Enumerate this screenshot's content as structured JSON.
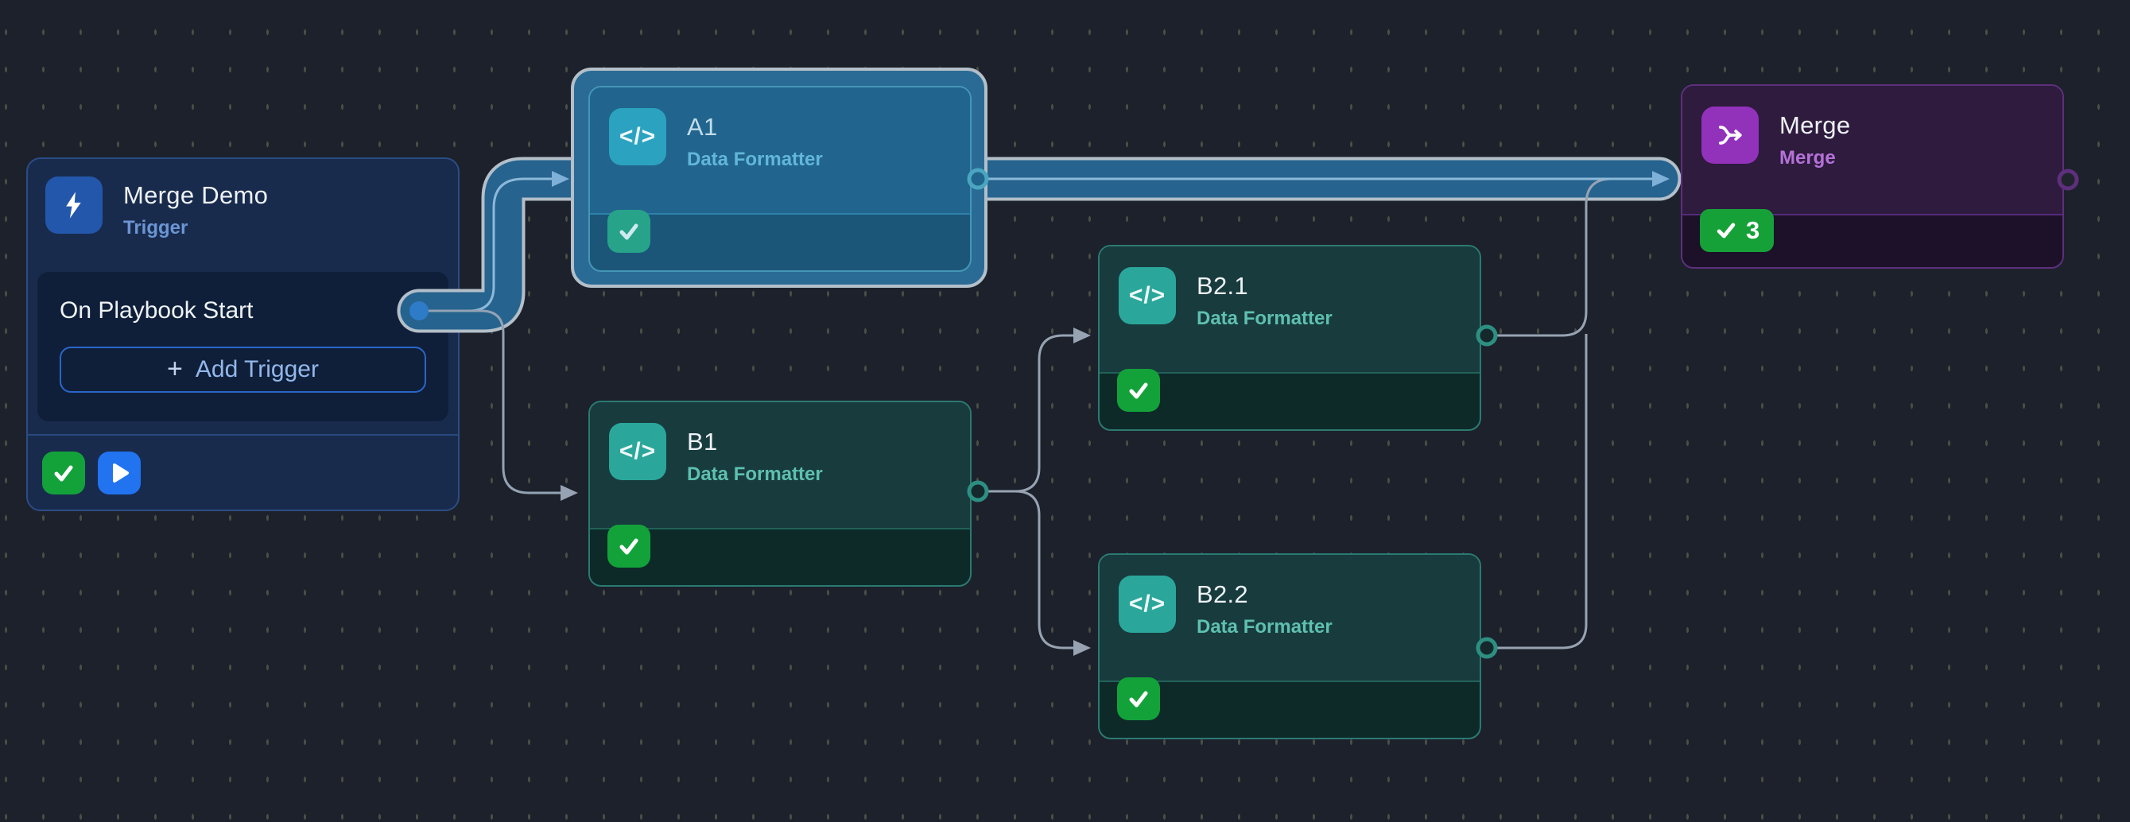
{
  "canvas": {
    "background": "#1c212b",
    "dot_color": "#4a4e46"
  },
  "trigger_node": {
    "title": "Merge Demo",
    "subtitle": "Trigger",
    "trigger_row_label": "On Playbook Start",
    "add_trigger_plus": "+",
    "add_trigger_label": "Add Trigger"
  },
  "action_nodes": {
    "a1": {
      "title": "A1",
      "subtitle": "Data Formatter",
      "icon_glyph": "</>",
      "selected": true
    },
    "b1": {
      "title": "B1",
      "subtitle": "Data Formatter",
      "icon_glyph": "</>"
    },
    "b2_1": {
      "title": "B2.1",
      "subtitle": "Data Formatter",
      "icon_glyph": "</>"
    },
    "b2_2": {
      "title": "B2.2",
      "subtitle": "Data Formatter",
      "icon_glyph": "</>"
    },
    "merge": {
      "title": "Merge",
      "subtitle": "Merge",
      "success_count": "3"
    }
  },
  "connections": [
    "Trigger -> A1",
    "Trigger -> B1",
    "B1 -> B2.1",
    "B1 -> B2.2",
    "A1 -> Merge",
    "B2.1 -> Merge",
    "B2.2 -> Merge"
  ],
  "selected_path": [
    "Trigger",
    "A1",
    "Merge"
  ],
  "colors": {
    "selection_border": "#b3bfc9",
    "selection_fill": "#26638e",
    "edge_grey": "#97a2b2",
    "edge_blue": "#8cb9da",
    "accent_blue": "#2173f0",
    "accent_green": "#13a23a",
    "accent_teal": "#2aa79a",
    "accent_purple": "#9232bb",
    "trigger_port_blue": "#2e7bc8"
  }
}
